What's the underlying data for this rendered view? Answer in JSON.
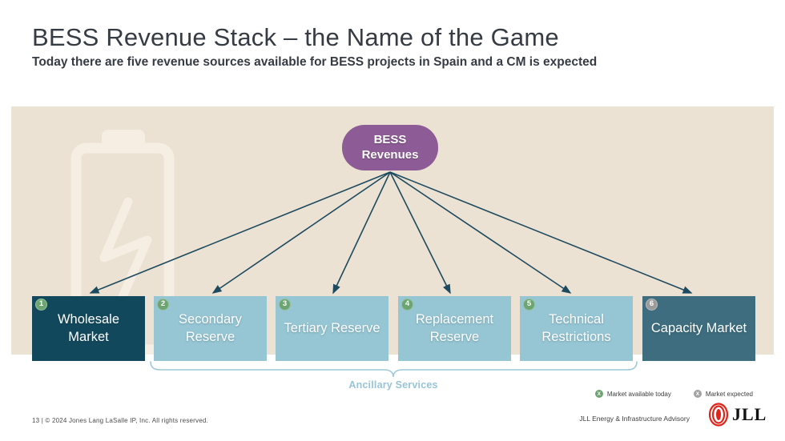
{
  "slide": {
    "title": "BESS Revenue Stack – the Name of the Game",
    "subtitle": "Today there are five revenue sources available for BESS projects in Spain and a CM is expected"
  },
  "diagram": {
    "root_node": {
      "line1": "BESS",
      "line2": "Revenues"
    },
    "boxes": [
      {
        "number": "1",
        "label": "Wholesale Market",
        "status": "available"
      },
      {
        "number": "2",
        "label": "Secondary Reserve",
        "status": "available"
      },
      {
        "number": "3",
        "label": "Tertiary Reserve",
        "status": "available"
      },
      {
        "number": "4",
        "label": "Replacement Reserve",
        "status": "available"
      },
      {
        "number": "5",
        "label": "Technical Restrictions",
        "status": "available"
      },
      {
        "number": "6",
        "label": "Capacity Market",
        "status": "expected"
      }
    ],
    "bracket_label": "Ancillary Services"
  },
  "legend": {
    "items": [
      {
        "icon": "circle-x-green",
        "icon_char": "X",
        "label": "Market available today"
      },
      {
        "icon": "circle-x-gray",
        "icon_char": "X",
        "label": "Market expected"
      }
    ]
  },
  "footer": {
    "copyright": "13  |  © 2024 Jones Lang LaSalle IP, Inc. All rights reserved.",
    "division": "JLL Energy & Infrastructure Advisory",
    "logo_wordmark": "JLL"
  },
  "colors": {
    "panel_beige": "#ece2d4",
    "watermark_cream": "#f6eee2",
    "root_purple": "#8d5b96",
    "box_dark_teal": "#12485c",
    "box_light_blue": "#96c6d4",
    "box_medium_teal": "#3d6d7e",
    "arrow_teal": "#1d4a5f",
    "badge_green": "#6ca571",
    "badge_gray": "#9b9b9b",
    "bracket_blue": "#9fc9da",
    "jll_red": "#e2231a"
  }
}
